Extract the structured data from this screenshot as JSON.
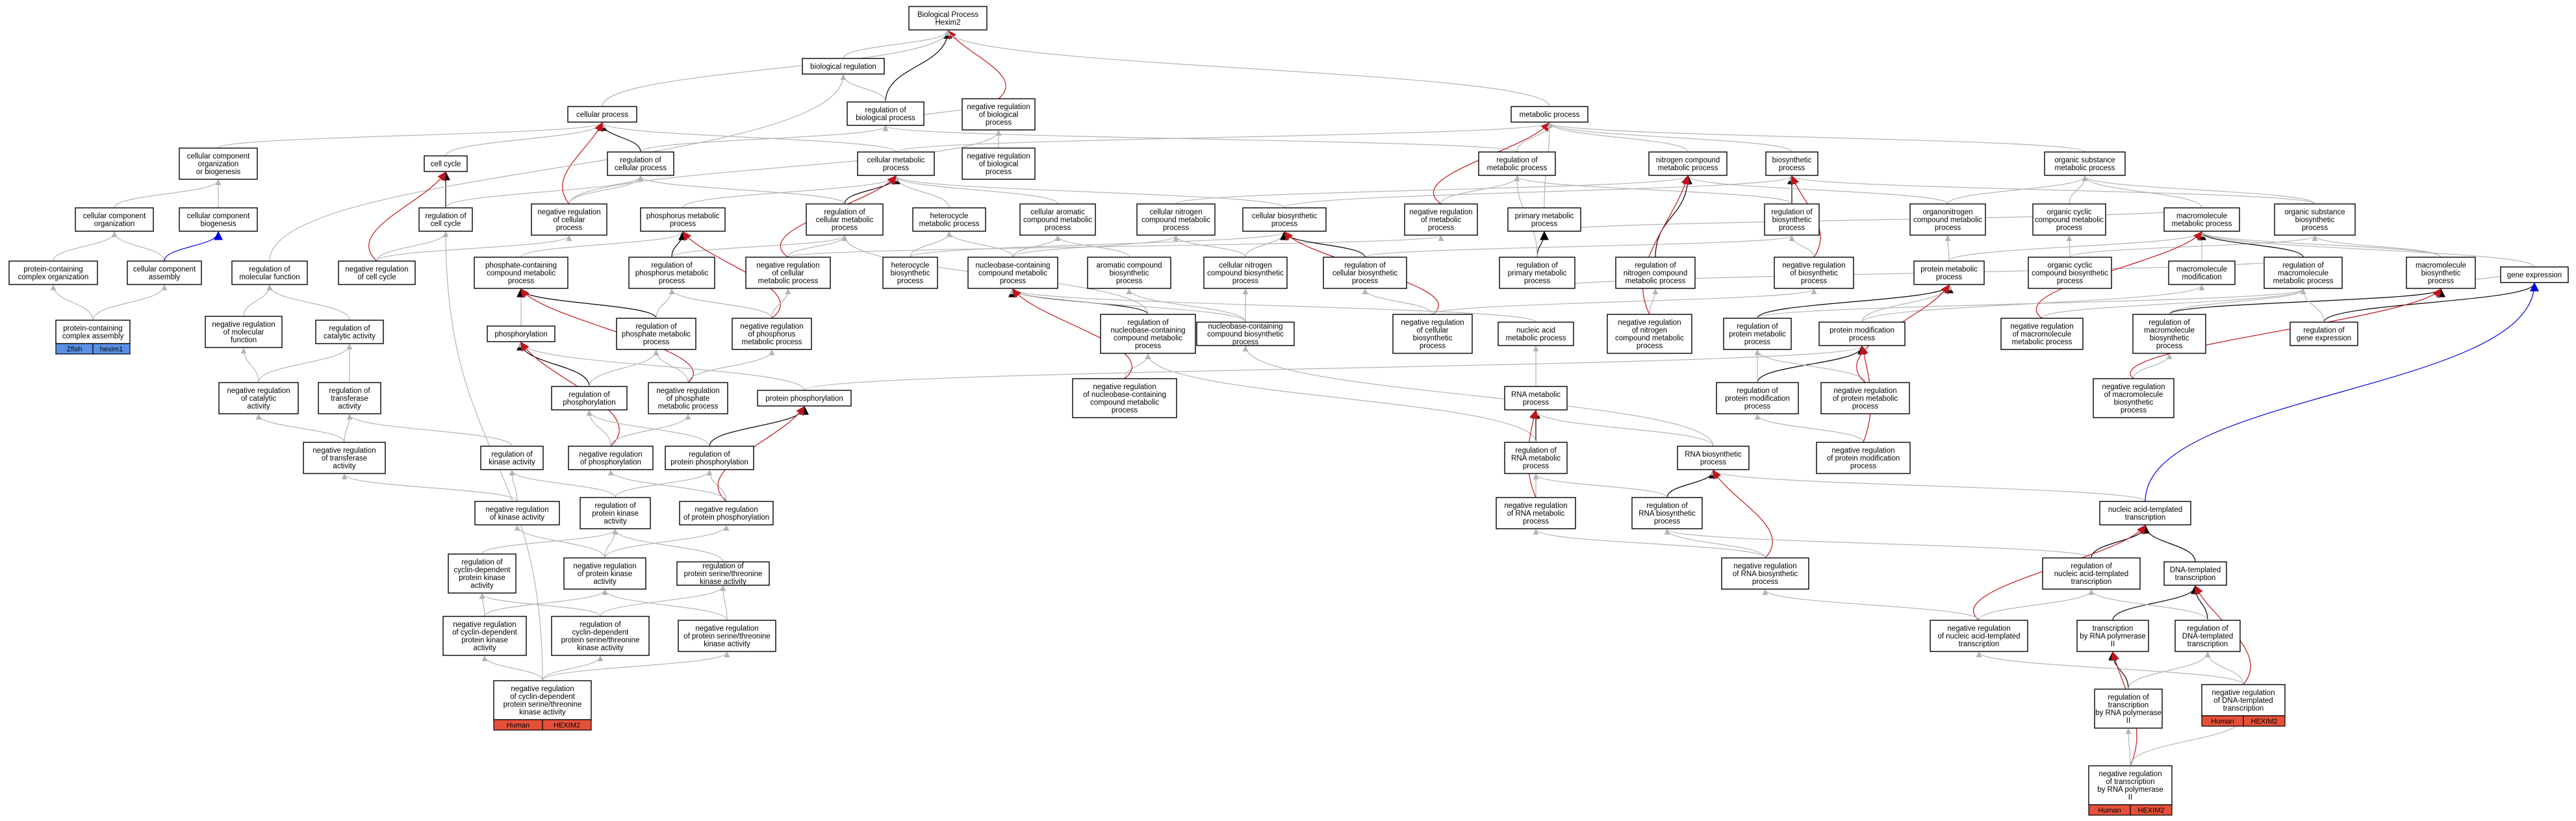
{
  "colors": {
    "gray": "#b4b4b4",
    "black": "#000000",
    "red": "#c0141c",
    "blue": "#0000e0",
    "zfin": "#5b8fe6",
    "human": "#e55039"
  },
  "nodes": {
    "root": "Biological Process|Hexim2",
    "n_biological_regulation": "biological regulation",
    "n_reg_biological_process": "regulation of|biological process",
    "n_neg_reg_biological_process": "negative regulation|of biological|process",
    "n_cellular_process": "cellular process",
    "n_metabolic_process": "metabolic process",
    "n_cc_org_biogenesis": "cellular component|organization|or biogenesis",
    "n_cell_cycle": "cell cycle",
    "n_reg_cellular_process": "regulation of|cellular process",
    "n_cellular_metabolic_process": "cellular metabolic|process",
    "n_neg_reg_biological_process_2": "negative regulation|of biological|process",
    "n_reg_metabolic_process": "regulation of|metabolic process",
    "n_nitrogen_compound_metabolic_process": "nitrogen compound|metabolic process",
    "n_biosynthetic_process": "biosynthetic|process",
    "n_organic_substance_metabolic_process": "organic substance|metabolic process",
    "n_cc_organization": "cellular component|organization",
    "n_cc_biogenesis": "cellular component|biogenesis",
    "n_reg_cell_cycle": "regulation of|cell cycle",
    "n_neg_reg_cellular_process": "negative regulation|of cellular|process",
    "n_phosphorus_metabolic_process": "phosphorus metabolic|process",
    "n_reg_cellular_metabolic_process": "regulation of|cellular metabolic|process",
    "n_heterocycle_metabolic_process": "heterocycle|metabolic process",
    "n_cellular_aromatic_compound_metabolic_process": "cellular aromatic|compound metabolic|process",
    "n_cellular_nitrogen_compound_metabolic_process": "cellular nitrogen|compound metabolic|process",
    "n_cellular_biosynthetic_process": "cellular biosynthetic|process",
    "n_neg_reg_metabolic_process": "negative regulation|of metabolic|process",
    "n_primary_metabolic_process": "primary metabolic|process",
    "n_reg_biosynthetic_process": "regulation of|biosynthetic|process",
    "n_organonitrogen_compound_metabolic_process": "organonitrogen|compound metabolic|process",
    "n_organic_cyclic_compound_metabolic_process": "organic cyclic|compound metabolic|process",
    "n_macromolecule_metabolic_process": "macromolecule|metabolic process",
    "n_organic_substance_biosynthetic_process": "organic substance|biosynthetic|process",
    "n_protein_containing_complex_organization": "protein-containing|complex organization",
    "n_cc_assembly": "cellular component|assembly",
    "n_reg_molecular_function": "regulation of|molecular function",
    "n_neg_reg_cell_cycle": "negative regulation|of cell cycle",
    "n_phosphate_containing_compound_metabolic_process": "phosphate-containing|compound metabolic|process",
    "n_reg_phosphorus_metabolic_process": "regulation of|phosphorus metabolic|process",
    "n_neg_reg_cellular_metabolic_process": "negative regulation|of cellular|metabolic process",
    "n_heterocycle_biosynthetic_process": "heterocycle|biosynthetic|process",
    "n_nucleobase_containing_compound_metabolic_process": "nucleobase-containing|compound metabolic|process",
    "n_aromatic_compound_biosynthetic_process": "aromatic compound|biosynthetic|process",
    "n_cellular_nitrogen_compound_biosynthetic_process": "cellular nitrogen|compound biosynthetic|process",
    "n_reg_cellular_biosynthetic_process": "regulation of|cellular biosynthetic|process",
    "n_reg_primary_metabolic_process": "regulation of|primary metabolic|process",
    "n_reg_nitrogen_compound_metabolic_process": "regulation of|nitrogen compound|metabolic process",
    "n_neg_reg_biosynthetic_process": "negative regulation|of biosynthetic|process",
    "n_protein_metabolic_process": "protein metabolic|process",
    "n_organic_cyclic_compound_biosynthetic_process": "organic cyclic|compound biosynthetic|process",
    "n_macromolecule_modification": "macromolecule|modification",
    "n_reg_macromolecule_metabolic_process": "regulation of|macromolecule|metabolic process",
    "n_macromolecule_biosynthetic_process": "macromolecule|biosynthetic|process",
    "n_gene_expression": "gene expression",
    "n_protein_containing_complex_assembly": "protein-containing|complex assembly",
    "n_neg_reg_molecular_function": "negative regulation|of molecular|function",
    "n_reg_catalytic_activity": "regulation of|catalytic activity",
    "n_phosphorylation": "phosphorylation",
    "n_reg_phosphate_metabolic_process": "regulation of|phosphate metabolic|process",
    "n_neg_reg_phosphorus_metabolic_process": "negative regulation|of phosphorus|metabolic process",
    "n_reg_nucleobase_containing_compound_metabolic_process": "regulation of|nucleobase-containing|compound metabolic|process",
    "n_nucleobase_containing_compound_biosynthetic_process": "nucleobase-containing|compound biosynthetic|process",
    "n_neg_reg_cellular_biosynthetic_process": "negative regulation|of cellular|biosynthetic|process",
    "n_nucleic_acid_metabolic_process": "nucleic acid|metabolic process",
    "n_neg_reg_nitrogen_compound_metabolic_process": "negative regulation|of nitrogen|compound metabolic|process",
    "n_reg_protein_metabolic_process": "regulation of|protein metabolic|process",
    "n_protein_modification_process": "protein modification|process",
    "n_neg_reg_macromolecule_metabolic_process": "negative regulation|of macromolecule|metabolic process",
    "n_reg_macromolecule_biosynthetic_process": "regulation of|macromolecule|biosynthetic|process",
    "n_reg_gene_expression": "regulation of|gene expression",
    "n_neg_reg_catalytic_activity": "negative regulation|of catalytic|activity",
    "n_reg_transferase_activity": "regulation of|transferase|activity",
    "n_reg_phosphorylation": "regulation of|phosphorylation",
    "n_neg_reg_phosphate_metabolic_process": "negative regulation|of phosphate|metabolic process",
    "n_protein_phosphorylation": "protein phosphorylation",
    "n_neg_reg_nucleobase_containing_compound_metabolic_process": "negative regulation|of nucleobase-containing|compound metabolic|process",
    "n_rna_metabolic_process": "RNA metabolic|process",
    "n_reg_protein_modification_process": "regulation of|protein modification|process",
    "n_neg_reg_protein_metabolic_process": "negative regulation|of protein metabolic|process",
    "n_neg_reg_macromolecule_biosynthetic_process": "negative regulation|of macromolecule|biosynthetic|process",
    "n_neg_reg_transferase_activity": "negative regulation|of transferase|activity",
    "n_reg_kinase_activity": "regulation of|kinase activity",
    "n_neg_reg_phosphorylation": "negative regulation|of phosphorylation",
    "n_reg_protein_phosphorylation": "regulation of|protein phosphorylation",
    "n_reg_rna_metabolic_process": "regulation of|RNA metabolic|process",
    "n_rna_biosynthetic_process": "RNA biosynthetic|process",
    "n_neg_reg_protein_modification_process": "negative regulation|of protein modification|process",
    "n_neg_reg_kinase_activity": "negative regulation|of kinase activity",
    "n_reg_protein_kinase_activity": "regulation of|protein kinase|activity",
    "n_neg_reg_protein_phosphorylation": "negative regulation|of protein phosphorylation",
    "n_neg_reg_rna_metabolic_process": "negative regulation|of RNA metabolic|process",
    "n_reg_rna_biosynthetic_process": "regulation of|RNA biosynthetic|process",
    "n_nucleic_acid_templated_transcription": "nucleic acid-templated|transcription",
    "n_reg_cyclin_dependent_protein_kinase_activity": "regulation of|cyclin-dependent|protein kinase|activity",
    "n_neg_reg_protein_kinase_activity": "negative regulation|of protein kinase|activity",
    "n_reg_protein_serine_threonine_kinase_activity": "regulation of|protein serine/threonine|kinase activity",
    "n_neg_reg_rna_biosynthetic_process": "negative regulation|of RNA biosynthetic|process",
    "n_reg_nucleic_acid_templated_transcription": "regulation of|nucleic acid-templated|transcription",
    "n_dna_templated_transcription": "DNA-templated|transcription",
    "n_neg_reg_cyclin_dependent_protein_kinase_activity": "negative regulation|of cyclin-dependent|protein kinase|activity",
    "n_reg_cyclin_dependent_protein_serine_threonine_kinase_activity": "regulation of|cyclin-dependent|protein serine/threonine|kinase activity",
    "n_neg_reg_protein_serine_threonine_kinase_activity": "negative regulation|of protein serine/threonine|kinase activity",
    "n_neg_reg_nucleic_acid_templated_transcription": "negative regulation|of nucleic acid-templated|transcription",
    "n_transcription_by_rna_polymerase_ii": "transcription|by RNA polymerase|II",
    "n_reg_dna_templated_transcription": "regulation of|DNA-templated|transcription",
    "n_neg_reg_cyclin_dependent_protein_serine_threonine_kinase_activity": "negative regulation|of cyclin-dependent|protein serine/threonine|kinase activity",
    "n_reg_transcription_by_rna_polymerase_ii": "regulation of|transcription|by RNA polymerase|II",
    "n_neg_reg_dna_templated_transcription": "negative regulation|of DNA-templated|transcription",
    "n_neg_reg_transcription_by_rna_polymerase_ii": "negative regulation|of transcription|by RNA polymerase|II"
  },
  "annotations": [
    {
      "node": "n_protein_containing_complex_assembly",
      "species": "Zfish",
      "gene": "hexim1",
      "color": "#5b8fe6"
    },
    {
      "node": "n_neg_reg_cyclin_dependent_protein_serine_threonine_kinase_activity",
      "species": "Human",
      "gene": "HEXIM2",
      "color": "#e55039"
    },
    {
      "node": "n_neg_reg_dna_templated_transcription",
      "species": "Human",
      "gene": "HEXIM2",
      "color": "#e55039"
    },
    {
      "node": "n_neg_reg_transcription_by_rna_polymerase_ii",
      "species": "Human",
      "gene": "HEXIM2",
      "color": "#e55039"
    }
  ]
}
